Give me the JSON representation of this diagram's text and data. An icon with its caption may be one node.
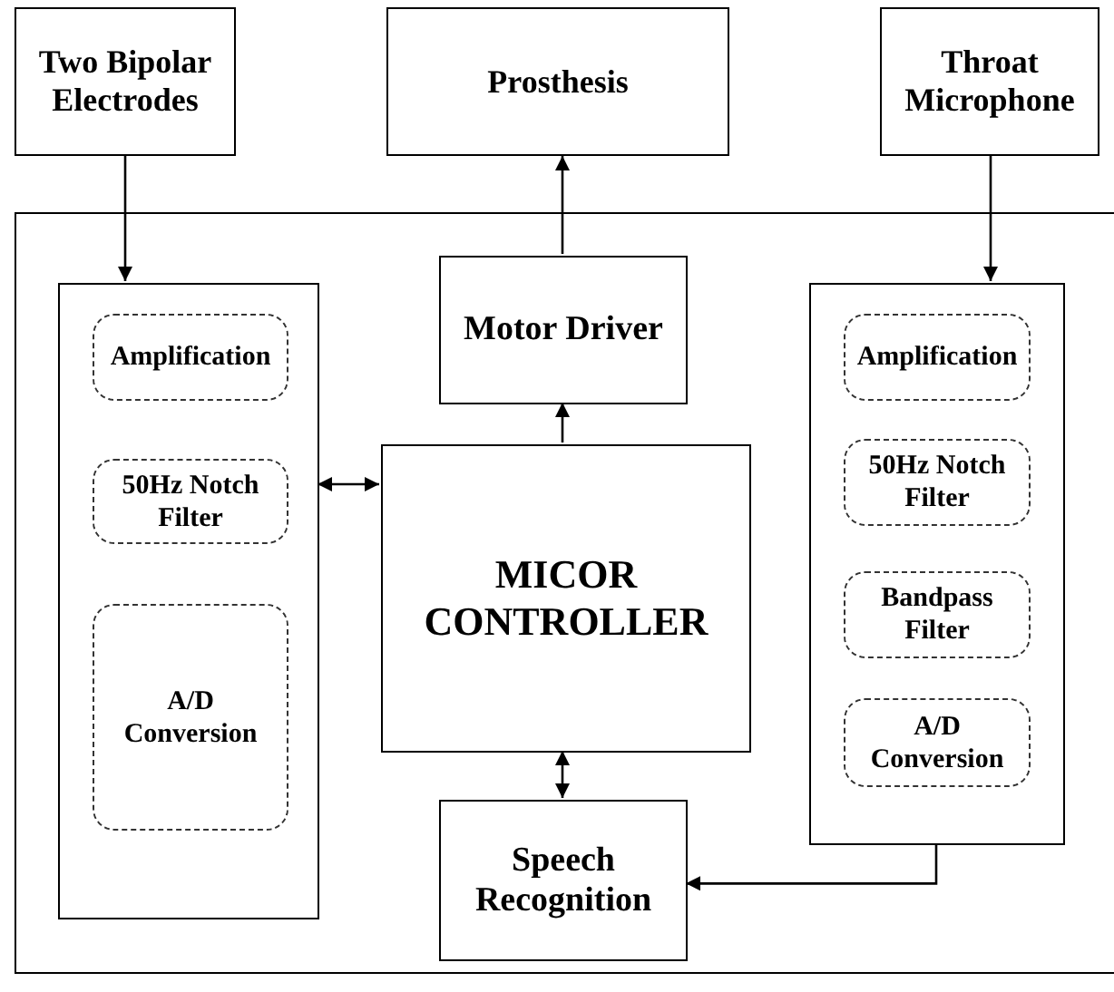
{
  "diagram": {
    "nodes": [
      {
        "text": [
          "Two Bipolar Electrodes"
        ]
      },
      {
        "text": [
          "Prosthesis"
        ]
      },
      {
        "text": [
          "Throat Microphone"
        ]
      },
      {
        "text": [],
        "shape": "box"
      },
      {
        "text": [],
        "shape": "box",
        "in": 3
      },
      {
        "text": [
          "Amplification"
        ],
        "in": 4
      },
      {
        "text": [
          "50Hz Notch Filter"
        ],
        "in": 4
      },
      {
        "text": [
          "A/D Conversion"
        ],
        "in": 4
      },
      {
        "text": [
          "Motor Driver"
        ],
        "in": 3
      },
      {
        "text": [
          "MICOR CONTROLLER"
        ],
        "in": 3
      },
      {
        "text": [
          "Speech Recognition"
        ],
        "in": 3
      },
      {
        "text": [],
        "shape": "box",
        "in": 3
      },
      {
        "text": [
          "Amplification"
        ],
        "in": 11
      },
      {
        "text": [
          "50Hz Notch Filter"
        ],
        "in": 11
      },
      {
        "text": [
          "Bandpass Filter"
        ],
        "in": 11
      },
      {
        "text": [
          "A/D Conversion"
        ],
        "in": 11
      }
    ],
    "edges": [
      {
        "from": 0,
        "to": 4,
        "arrow": "to"
      },
      {
        "from": 8,
        "to": 1,
        "arrow": "to"
      },
      {
        "from": 2,
        "to": 11,
        "arrow": "to"
      },
      {
        "from": 9,
        "to": 8,
        "arrow": "to"
      },
      {
        "from": 4,
        "to": 9,
        "arrow": "both"
      },
      {
        "from": 9,
        "to": 10,
        "arrow": "both"
      },
      {
        "from": 11,
        "to": 10,
        "arrow": "to"
      }
    ]
  }
}
